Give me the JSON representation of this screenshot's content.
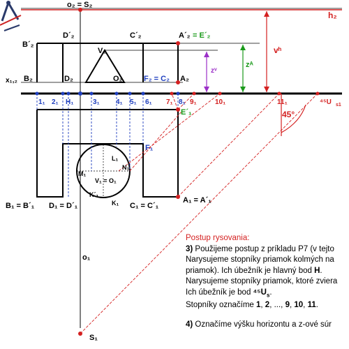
{
  "colors": {
    "black": "#000000",
    "red": "#d42020",
    "blue": "#1f3fbf",
    "green": "#1a9a1a",
    "purple": "#9b2fc8",
    "accent_icon": "#2a3a6a"
  },
  "labels": {
    "o2_s2": "o₂ = S₂",
    "h2": "h₂",
    "b2p": "B´₂",
    "d2p": "D´₂",
    "c2p": "C´₂",
    "a2p": "A´₂",
    "eq_e2": "= E´₂",
    "vh": "vʰ",
    "v2": "V₂",
    "zv": "zᵛ",
    "za": "zᴬ",
    "x12": "x₁,₂",
    "b2": "B₂",
    "d2": "D₂",
    "o2": "O₂",
    "f2c2": "F₂ = C₂",
    "a2": "A₂",
    "n1": "1₁",
    "n2": "2₁",
    "h1": "H₁",
    "n3": "3₁",
    "n4": "4₁",
    "n5": "5₁",
    "n6": "6₁",
    "n7": "7₁",
    "n8": "8₁",
    "n9": "9₁",
    "n10": "10₁",
    "n11": "11₁",
    "us1": "⁴⁵U",
    "us1_sub": "s1",
    "deg45": "45°",
    "e1p": "E´₁",
    "f1": "F₁",
    "l1": "L₁",
    "m1": "M₁",
    "n1pt": "N₁",
    "v1o1": "V₁ = O₁",
    "k1p": "K´₁",
    "k1": "K₁",
    "b1": "B₁ = B´₁",
    "d1": "D₁ = D´₁",
    "c1": "C₁ = C´₁",
    "a1": "A₁ = A´₁",
    "o1": "o₁",
    "s1": "S₁"
  },
  "notes": {
    "title": "Postup rysovania:",
    "step3_prefix": "3)",
    "step3_line1": " Použijeme postup z príkladu P7 (v tejto",
    "step3_line2": "Narysujeme stopníky priamok kolmých na",
    "step3_line3_a": "priamok). Ich úbežník je hlavný bod ",
    "step3_line3_b": "H",
    "step3_line3_c": ".",
    "step3_line4": "Narysujeme stopníky priamok, ktoré zviera",
    "step3_line5_a": "Ich úbežník je bod ",
    "step3_line5_b": "⁴⁵U",
    "step3_line5_sub": "s",
    "step3_line5_c": ".",
    "step3_line6_a": "Stopníky označíme ",
    "step3_line6_b": "1",
    "step3_line6_c": ", ",
    "step3_line6_d": "2",
    "step3_line6_e": ", ..., ",
    "step3_line6_f": "9",
    "step3_line6_g": ", ",
    "step3_line6_h": "10",
    "step3_line6_i": ", ",
    "step3_line6_j": "11",
    "step3_line6_k": ".",
    "step4_prefix": "4)",
    "step4_line1": " Označíme výšku horizontu a z-ové súr"
  }
}
